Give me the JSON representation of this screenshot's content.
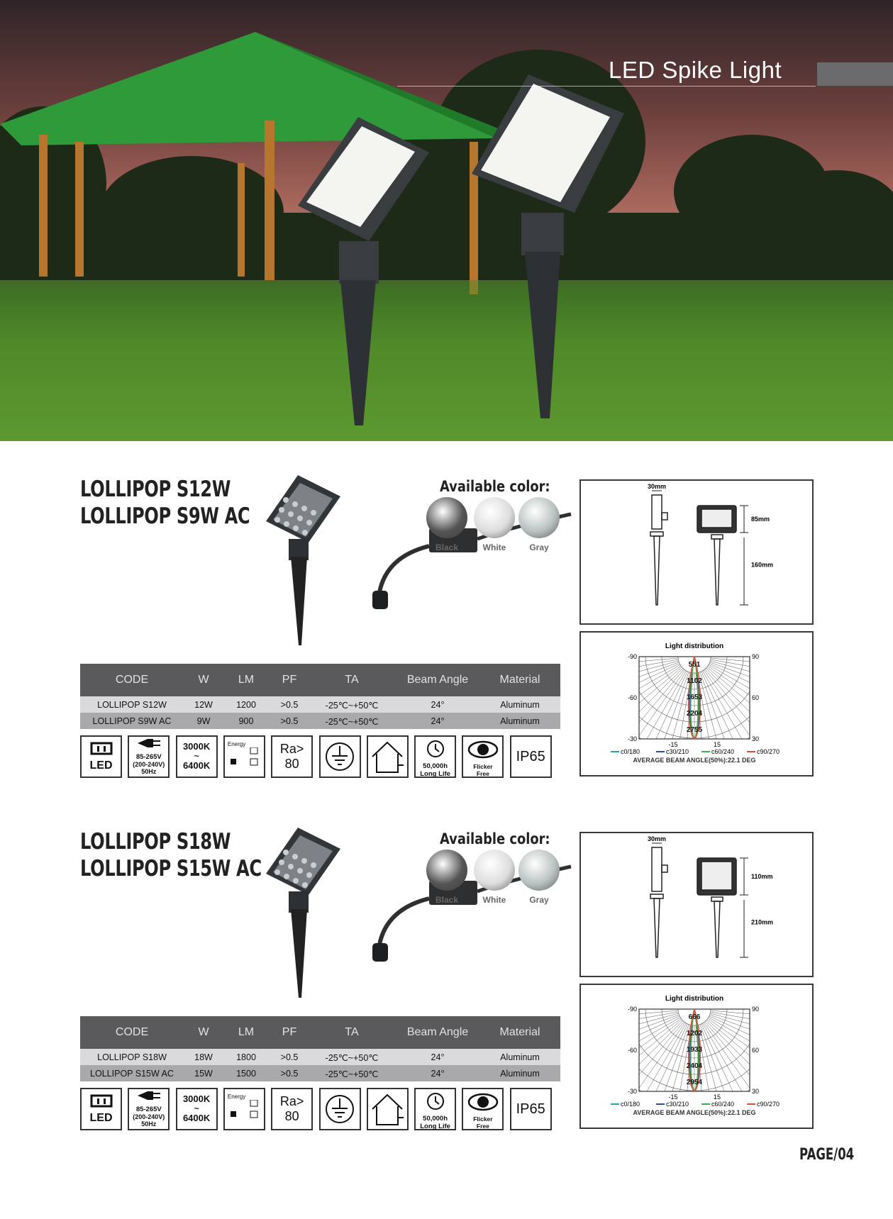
{
  "hero": {
    "title": "LED Spike Light"
  },
  "sections": [
    {
      "names": [
        "LOLLIPOP S12W",
        "LOLLIPOP S9W AC"
      ],
      "available_label": "Available color:",
      "colors": [
        {
          "label": "Black",
          "hex": "#555"
        },
        {
          "label": "White",
          "hex": "#ddd"
        },
        {
          "label": "Gray",
          "hex": "#b8c2c0"
        }
      ],
      "dimensions": {
        "width": "30mm",
        "head": "85mm",
        "spike": "160mm"
      },
      "distribution": {
        "title": "Light distribution",
        "angle_left": [
          "-90",
          "-60",
          "-30"
        ],
        "angle_right": [
          "90",
          "60",
          "30"
        ],
        "angle_bottom": [
          "-15",
          "15"
        ],
        "rings": [
          "551",
          "1102",
          "1653",
          "2204",
          "2755"
        ],
        "legend": [
          {
            "label": "c0/180",
            "color": "#2aa7b5"
          },
          {
            "label": "c30/210",
            "color": "#2c4fa0"
          },
          {
            "label": "c60/240",
            "color": "#3fae49"
          },
          {
            "label": "c90/270",
            "color": "#d8503c"
          }
        ],
        "average": "AVERAGE BEAM ANGLE(50%):22.1  DEG"
      },
      "table": {
        "headers": [
          "CODE",
          "W",
          "LM",
          "PF",
          "TA",
          "Beam Angle",
          "Material"
        ],
        "rows": [
          [
            "LOLLIPOP S12W",
            "12W",
            "1200",
            ">0.5",
            "-25℃~+50℃",
            "24°",
            "Aluminum"
          ],
          [
            "LOLLIPOP S9W AC",
            "9W",
            "900",
            ">0.5",
            "-25℃~+50℃",
            "24°",
            "Aluminum"
          ]
        ]
      }
    },
    {
      "names": [
        "LOLLIPOP S18W",
        "LOLLIPOP S15W AC"
      ],
      "available_label": "Available color:",
      "colors": [
        {
          "label": "Black",
          "hex": "#555"
        },
        {
          "label": "White",
          "hex": "#ddd"
        },
        {
          "label": "Gray",
          "hex": "#b8c2c0"
        }
      ],
      "dimensions": {
        "width": "30mm",
        "head": "110mm",
        "spike": "210mm"
      },
      "distribution": {
        "title": "Light distribution",
        "angle_left": [
          "-90",
          "-60",
          "-30"
        ],
        "angle_right": [
          "90",
          "60",
          "30"
        ],
        "angle_bottom": [
          "-15",
          "15"
        ],
        "rings": [
          "666",
          "1202",
          "1933",
          "2404",
          "2954"
        ],
        "legend": [
          {
            "label": "c0/180",
            "color": "#2aa7b5"
          },
          {
            "label": "c30/210",
            "color": "#2c4fa0"
          },
          {
            "label": "c60/240",
            "color": "#3fae49"
          },
          {
            "label": "c90/270",
            "color": "#d8503c"
          }
        ],
        "average": "AVERAGE BEAM ANGLE(50%):22.1  DEG"
      },
      "table": {
        "headers": [
          "CODE",
          "W",
          "LM",
          "PF",
          "TA",
          "Beam Angle",
          "Material"
        ],
        "rows": [
          [
            "LOLLIPOP S18W",
            "18W",
            "1800",
            ">0.5",
            "-25℃~+50℃",
            "24°",
            "Aluminum"
          ],
          [
            "LOLLIPOP S15W AC",
            "15W",
            "1500",
            ">0.5",
            "-25℃~+50℃",
            "24°",
            "Aluminum"
          ]
        ]
      }
    }
  ],
  "feature_icons": [
    {
      "name": "led-icon",
      "lines": [
        "LED"
      ]
    },
    {
      "name": "power-plug-icon",
      "lines": [
        "85-265V",
        "(200-240V)",
        "50Hz"
      ]
    },
    {
      "name": "color-temperature-icon",
      "lines": [
        "3000K",
        "~",
        "6400K"
      ]
    },
    {
      "name": "energy-class-icon",
      "lines": [
        "Energy"
      ]
    },
    {
      "name": "cri-icon",
      "lines": [
        "Ra>",
        "80"
      ]
    },
    {
      "name": "ground-icon",
      "lines": []
    },
    {
      "name": "indoor-outdoor-house-icon",
      "lines": []
    },
    {
      "name": "lifetime-clock-icon",
      "lines": [
        "50,000h",
        "Long Life"
      ]
    },
    {
      "name": "flicker-free-eye-icon",
      "lines": [
        "Flicker",
        "Free"
      ]
    },
    {
      "name": "ip-rating-icon",
      "lines": [
        "IP65"
      ]
    }
  ],
  "page": "PAGE/04"
}
